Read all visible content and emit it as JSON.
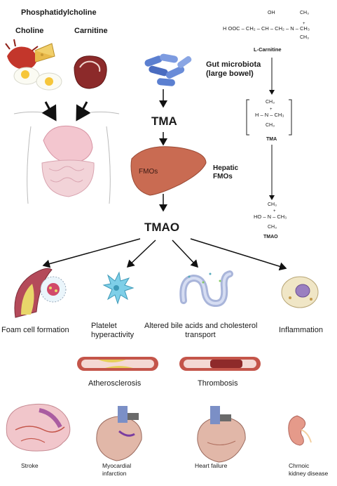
{
  "header": {
    "phosphatidylcholine": "Phosphatidylcholine",
    "choline": "Choline",
    "carnitine": "Carnitine"
  },
  "center": {
    "gut_microbiota_line1": "Gut microbiota",
    "gut_microbiota_line2": "(large bowel)",
    "tma": "TMA",
    "fmos_liver": "FMOs",
    "hepatic_fmos_line1": "Hepatic",
    "hepatic_fmos_line2": "FMOs",
    "tmao": "TMAO"
  },
  "chemistry": {
    "lcarnitine_formula": "H OOC – CH₂ – CH – CH₂ – N – CH₃",
    "lcarnitine_oh": "OH",
    "lcarnitine_ch3_top": "CH₃",
    "lcarnitine_ch3_bottom": "CH₃",
    "lcarnitine_plus": "+",
    "lcarnitine_label": "L-Carnitine",
    "tma_ch3_top": "CH₃",
    "tma_formula": "H – N – CH₃",
    "tma_plus": "+",
    "tma_ch3_bottom": "CH₃",
    "tma_label": "TMA",
    "tmao_ch3_top": "CH₃",
    "tmao_formula": "HO – N – CH₃",
    "tmao_plus": "+",
    "tmao_ch3_bottom": "CH₃",
    "tmao_label": "TMAO"
  },
  "mechanisms": {
    "foam_cell": "Foam cell formation",
    "platelet_line1": "Platelet",
    "platelet_line2": "hyperactivity",
    "bile_line1": "Altered bile acids and cholesterol",
    "bile_line2": "transport",
    "inflammation": "Inflammation"
  },
  "vascular": {
    "atherosclerosis": "Atherosclerosis",
    "thrombosis": "Thrombosis"
  },
  "diseases": {
    "stroke": "Stroke",
    "mi_line1": "Myocardial",
    "mi_line2": "infarction",
    "heart_failure": "Heart failure",
    "ckd_line1": "Chrnoic",
    "ckd_line2": "kidney disease"
  },
  "colors": {
    "arrow": "#111111",
    "liver": "#c96b52",
    "bacteria": "#5b7fd0",
    "plaque": "#d9c34a",
    "vessel": "#c4554a"
  }
}
